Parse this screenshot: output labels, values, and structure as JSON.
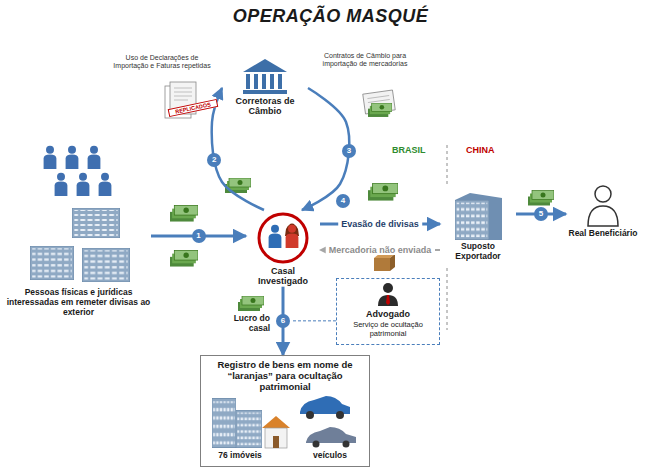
{
  "diagram": {
    "title": "OPERAÇÃO MASQUÉ",
    "nodes": [
      {
        "text": [
          "Corretoras de Câmbio"
        ]
      },
      {
        "text": [
          "Pessoas físicas e jurídicas interessadas em remeter divisas ao exterior"
        ]
      },
      {
        "text": [
          "Casal Investigado"
        ]
      },
      {
        "text": [
          "Suposto Exportador"
        ]
      },
      {
        "text": [
          "Real Beneficiário"
        ]
      },
      {
        "text": [
          "Advogado",
          "Serviço de ocultação patrimonial"
        ]
      },
      {
        "text": [
          "Registro de bens em nome de “laranjas” para ocultação patrimonial"
        ]
      }
    ],
    "edges": [
      {
        "from": 1,
        "to": 2,
        "arrow": "to",
        "label": "1"
      },
      {
        "from": 2,
        "to": 0,
        "arrow": "to",
        "label": "2"
      },
      {
        "from": 0,
        "to": 2,
        "arrow": "to",
        "label": "3"
      },
      {
        "from": 2,
        "to": 3,
        "arrow": "to",
        "label": "Evasão de divisas"
      },
      {
        "from": 3,
        "to": 2,
        "arrow": "to",
        "label": "Mercadoria não enviada"
      },
      {
        "from": 3,
        "to": 4,
        "arrow": "to",
        "label": "5"
      },
      {
        "from": 2,
        "to": 6,
        "arrow": "to",
        "label": "6"
      }
    ],
    "labels": [
      "Uso de Declarações de Importação e Faturas repetidas",
      "REPLICADOS",
      "Contratos de Câmbio para importação de mercadorias",
      "BRASIL",
      "CHINA",
      "4",
      "Lucro do casal",
      "76 imóveis",
      "veículos"
    ]
  }
}
